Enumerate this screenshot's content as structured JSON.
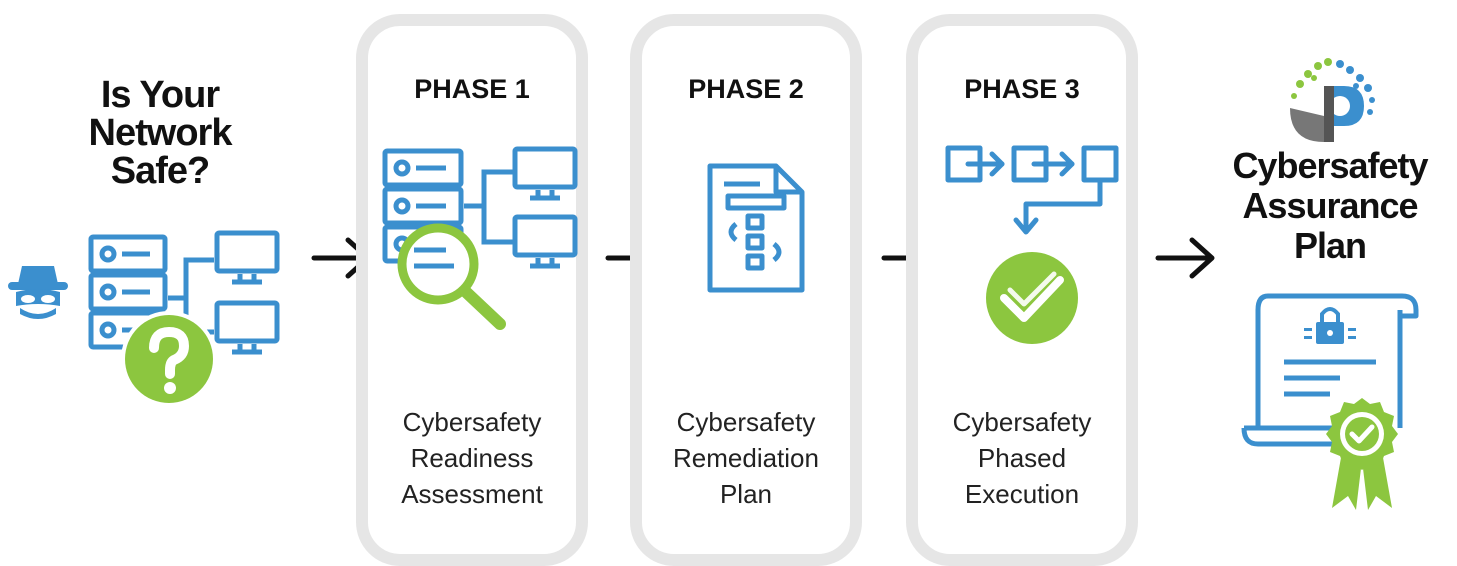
{
  "intro": {
    "title_lines": [
      "Is Your",
      "Network",
      "Safe?"
    ],
    "icons": [
      "spy-icon",
      "server-rack-icon",
      "monitor-icon",
      "question-badge-icon"
    ]
  },
  "phases": [
    {
      "label": "PHASE 1",
      "desc_lines": [
        "Cybersafety",
        "Readiness",
        "Assessment"
      ],
      "icon": "network-magnifier-icon"
    },
    {
      "label": "PHASE 2",
      "desc_lines": [
        "Cybersafety",
        "Remediation",
        "Plan"
      ],
      "icon": "document-plan-icon"
    },
    {
      "label": "PHASE 3",
      "desc_lines": [
        "Cybersafety",
        "Phased",
        "Execution"
      ],
      "icon": "flow-checkmark-icon"
    }
  ],
  "outcome": {
    "title_lines": [
      "Cybersafety",
      "Assurance",
      "Plan"
    ],
    "icons": [
      "brand-logo-icon",
      "certificate-scroll-icon",
      "award-ribbon-icon"
    ]
  },
  "arrows": [
    "arrow-right-icon",
    "arrow-right-icon",
    "arrow-right-icon",
    "arrow-right-icon"
  ],
  "colors": {
    "blue": "#3b8fce",
    "green": "#8cc63f",
    "card_border": "#e6e6e6",
    "text": "#111111"
  }
}
